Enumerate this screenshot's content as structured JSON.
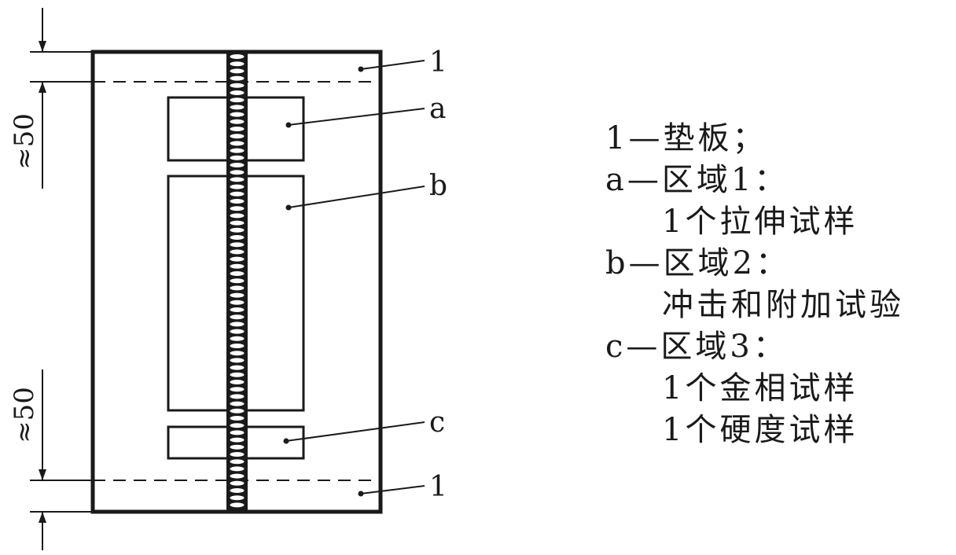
{
  "diagram": {
    "callouts": {
      "top": "1",
      "a": "a",
      "b": "b",
      "c": "c",
      "bottom": "1"
    },
    "dimensions": {
      "top": "≈50",
      "bottom": "≈50"
    }
  },
  "legend": {
    "lines": [
      {
        "text": "1—垫板；",
        "indent": false
      },
      {
        "text": "a—区域1：",
        "indent": false
      },
      {
        "text": "1个拉伸试样",
        "indent": true
      },
      {
        "text": "b—区域2：",
        "indent": false
      },
      {
        "text": "冲击和附加试验",
        "indent": true
      },
      {
        "text": "c—区域3：",
        "indent": false
      },
      {
        "text": "1个金相试样",
        "indent": true
      },
      {
        "text": "1个硬度试样",
        "indent": true
      }
    ]
  }
}
